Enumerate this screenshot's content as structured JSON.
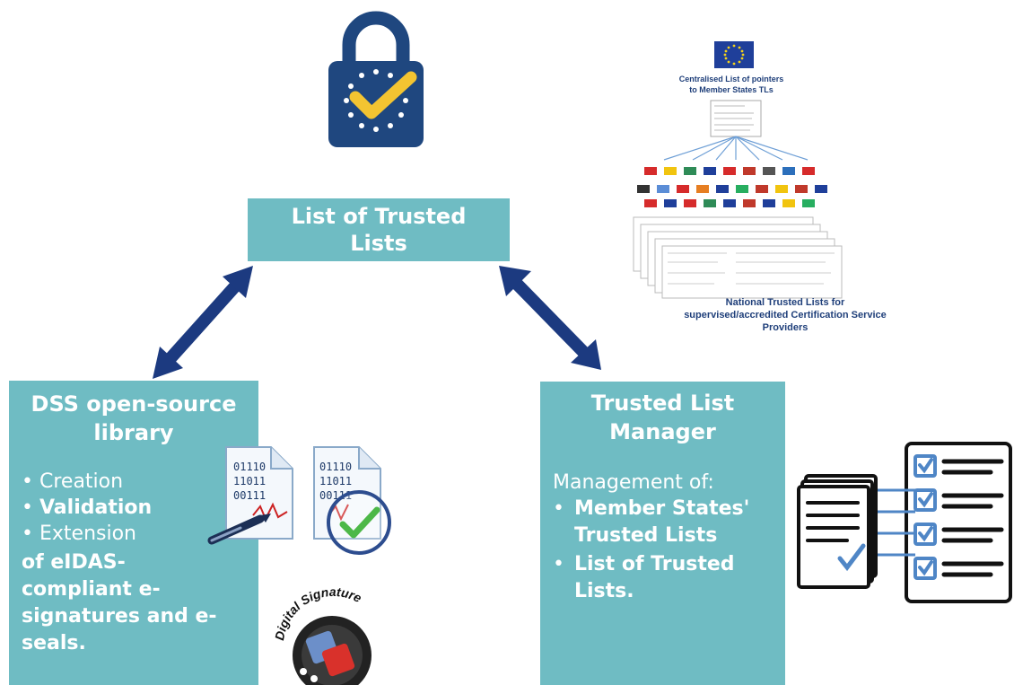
{
  "center_box": {
    "title": "List of Trusted\nLists"
  },
  "left_box": {
    "title": "DSS open-source\nlibrary",
    "items": [
      {
        "bullet": "•",
        "text": "Creation"
      },
      {
        "bullet": "•",
        "text": "Validation"
      },
      {
        "bullet": "•",
        "text": "Extension"
      }
    ],
    "footer": "of eIDAS-\ncompliant e-\nsignatures and e-\nseals."
  },
  "right_box": {
    "title": "Trusted List\nManager",
    "intro": "Management of:",
    "items": [
      {
        "bullet": "•",
        "text": "Member States'\nTrusted Lists"
      },
      {
        "bullet": "•",
        "text": "List of Trusted\nLists."
      }
    ]
  },
  "eu_panel": {
    "caption_top": "Centralised List of pointers\nto Member States TLs",
    "caption_bottom": "National Trusted Lists for\nsupervised/accredited Certification Service\nProviders"
  },
  "doc_icons": {
    "binary_lines": [
      "01110",
      "11011",
      "00111"
    ]
  },
  "signature_badge": {
    "text": "Digital Signature"
  },
  "colors": {
    "box": "#6fbcc3",
    "arrow": "#1c3a80",
    "lock": "#1f477f",
    "star": "#ffffff",
    "check": "#f3c431",
    "checklist": "#4f86c6"
  },
  "icons": [
    "eu-trust-lock-icon",
    "double-arrow-icon",
    "eu-flag-icon",
    "document-binary-icon",
    "pen-icon",
    "magnifier-check-icon",
    "digital-signature-icon",
    "checklist-icon"
  ]
}
